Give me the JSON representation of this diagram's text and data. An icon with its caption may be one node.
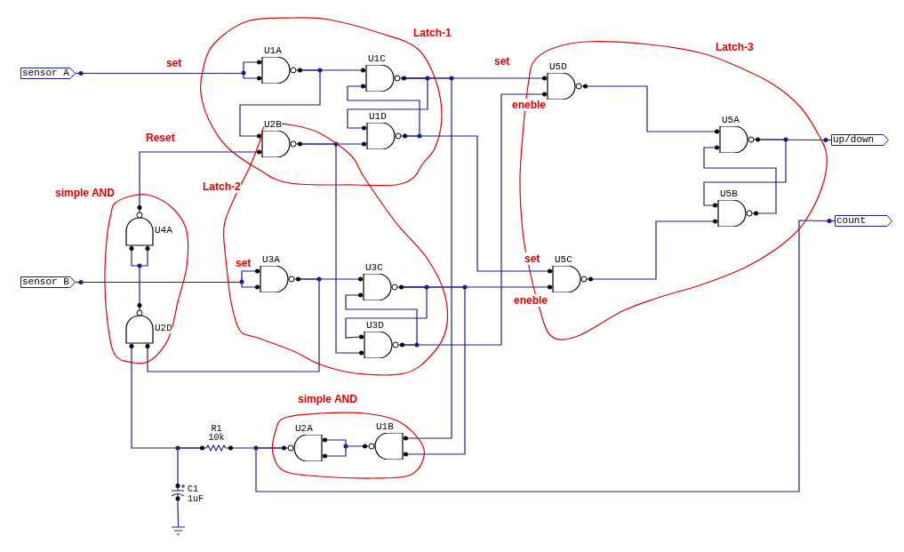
{
  "diagram": {
    "nodes": [
      {
        "text": [
          "Latch-1"
        ]
      },
      {
        "text": [
          "U1A"
        ],
        "in": 0
      },
      {
        "text": [
          "U1C"
        ],
        "in": 0
      },
      {
        "text": [
          "U1D"
        ],
        "in": 0
      },
      {
        "text": [
          "U2B"
        ],
        "in": 0
      },
      {
        "text": [
          "Latch-2"
        ]
      },
      {
        "text": [
          "U3A"
        ],
        "in": 5
      },
      {
        "text": [
          "U3C"
        ],
        "in": 5
      },
      {
        "text": [
          "U3D"
        ],
        "in": 5
      },
      {
        "text": [
          "Latch-3"
        ]
      },
      {
        "text": [
          "U5D"
        ],
        "in": 9
      },
      {
        "text": [
          "U5A"
        ],
        "in": 9
      },
      {
        "text": [
          "U5B"
        ],
        "in": 9
      },
      {
        "text": [
          "U5C"
        ],
        "in": 9
      },
      {
        "text": [
          "simple AND"
        ]
      },
      {
        "text": [
          "U4A"
        ],
        "in": 14
      },
      {
        "text": [
          "U2D"
        ],
        "in": 14
      },
      {
        "text": [
          "simple AND"
        ]
      },
      {
        "text": [
          "U2A"
        ],
        "in": 17
      },
      {
        "text": [
          "U1B"
        ],
        "in": 17
      },
      {
        "text": [
          "sensor A"
        ]
      },
      {
        "text": [
          "sensor B"
        ]
      },
      {
        "text": [
          "up/down"
        ]
      },
      {
        "text": [
          "count"
        ]
      },
      {
        "text": [
          "R1",
          "10k"
        ]
      },
      {
        "text": [
          "C1",
          "1uF"
        ]
      },
      {
        "text": [],
        "shape": "ground"
      }
    ],
    "edges": [
      {
        "from": 20,
        "to": 1,
        "arrow": "none",
        "label": "set"
      },
      {
        "from": 1,
        "to": 2,
        "arrow": "none"
      },
      {
        "from": 1,
        "to": 4,
        "arrow": "none"
      },
      {
        "from": 2,
        "to": 10,
        "arrow": "none",
        "label": "set"
      },
      {
        "from": 2,
        "to": 3,
        "arrow": "none"
      },
      {
        "from": 2,
        "to": 19,
        "arrow": "none"
      },
      {
        "from": 3,
        "to": 2,
        "arrow": "none"
      },
      {
        "from": 3,
        "to": 13,
        "arrow": "none",
        "label": "set"
      },
      {
        "from": 4,
        "to": 3,
        "arrow": "none"
      },
      {
        "from": 4,
        "to": 8,
        "arrow": "none"
      },
      {
        "from": 15,
        "to": 4,
        "arrow": "none",
        "label": "Reset"
      },
      {
        "from": 21,
        "to": 6,
        "arrow": "none",
        "label": "set"
      },
      {
        "from": 6,
        "to": 7,
        "arrow": "none"
      },
      {
        "from": 6,
        "to": 16,
        "arrow": "none"
      },
      {
        "from": 7,
        "to": 13,
        "arrow": "none",
        "label": "eneble"
      },
      {
        "from": 7,
        "to": 19,
        "arrow": "none"
      },
      {
        "from": 7,
        "to": 8,
        "arrow": "none"
      },
      {
        "from": 8,
        "to": 7,
        "arrow": "none"
      },
      {
        "from": 8,
        "to": 10,
        "arrow": "none",
        "label": "eneble"
      },
      {
        "from": 10,
        "to": 11,
        "arrow": "none"
      },
      {
        "from": 11,
        "to": 22,
        "arrow": "none"
      },
      {
        "from": 11,
        "to": 12,
        "arrow": "none"
      },
      {
        "from": 12,
        "to": 11,
        "arrow": "none"
      },
      {
        "from": 13,
        "to": 12,
        "arrow": "none"
      },
      {
        "from": 16,
        "to": 15,
        "arrow": "none"
      },
      {
        "from": 24,
        "to": 16,
        "arrow": "none"
      },
      {
        "from": 25,
        "to": 24,
        "arrow": "none"
      },
      {
        "from": 24,
        "to": 18,
        "arrow": "none"
      },
      {
        "from": 18,
        "to": 23,
        "arrow": "none"
      },
      {
        "from": 19,
        "to": 18,
        "arrow": "none"
      },
      {
        "from": 25,
        "to": 26,
        "arrow": "none"
      }
    ]
  }
}
